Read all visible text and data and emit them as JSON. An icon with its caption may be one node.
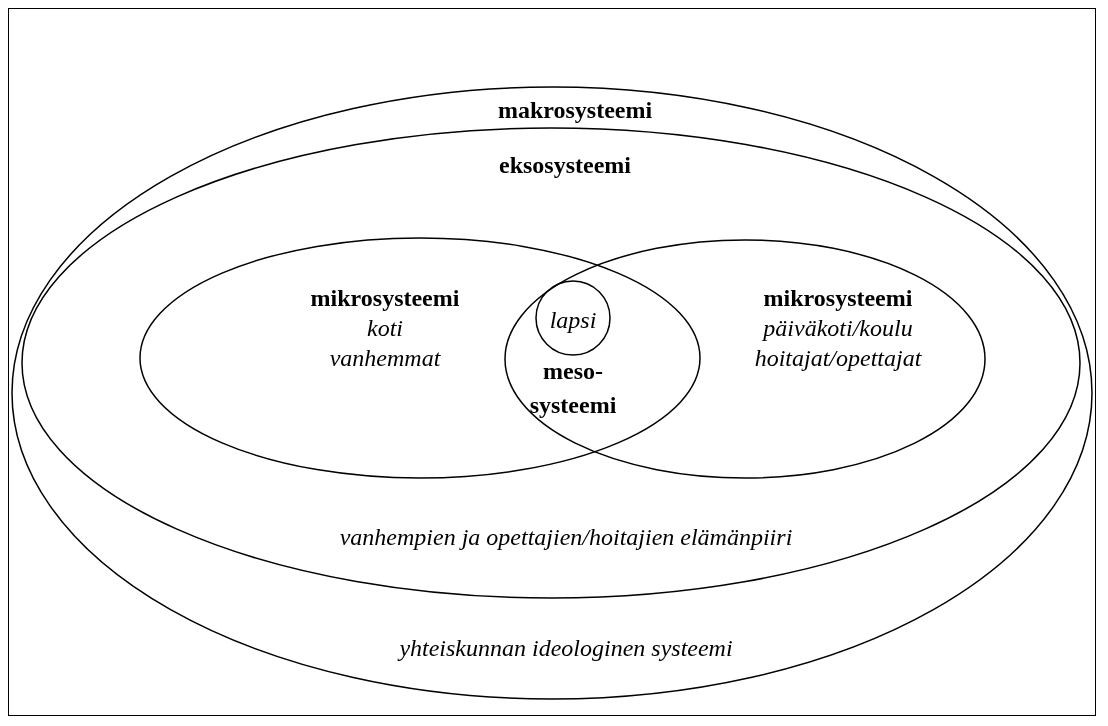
{
  "diagram": {
    "nodes": [
      {
        "text": [
          "makrosysteemi",
          "yhteiskunnan ideologinen systeemi"
        ]
      },
      {
        "text": [
          "eksosysteemi",
          "vanhempien ja opettajien/hoitajien elämänpiiri"
        ],
        "in": 0
      },
      {
        "text": [
          "mikrosysteemi",
          "koti vanhemmat"
        ],
        "in": 1
      },
      {
        "text": [
          "mikrosysteemi",
          "päiväkoti/koulu hoitajat/opettajat"
        ],
        "in": 1
      },
      {
        "text": [
          "lapsi"
        ]
      }
    ],
    "edges": [],
    "labels": [
      "meso- systeemi"
    ]
  }
}
